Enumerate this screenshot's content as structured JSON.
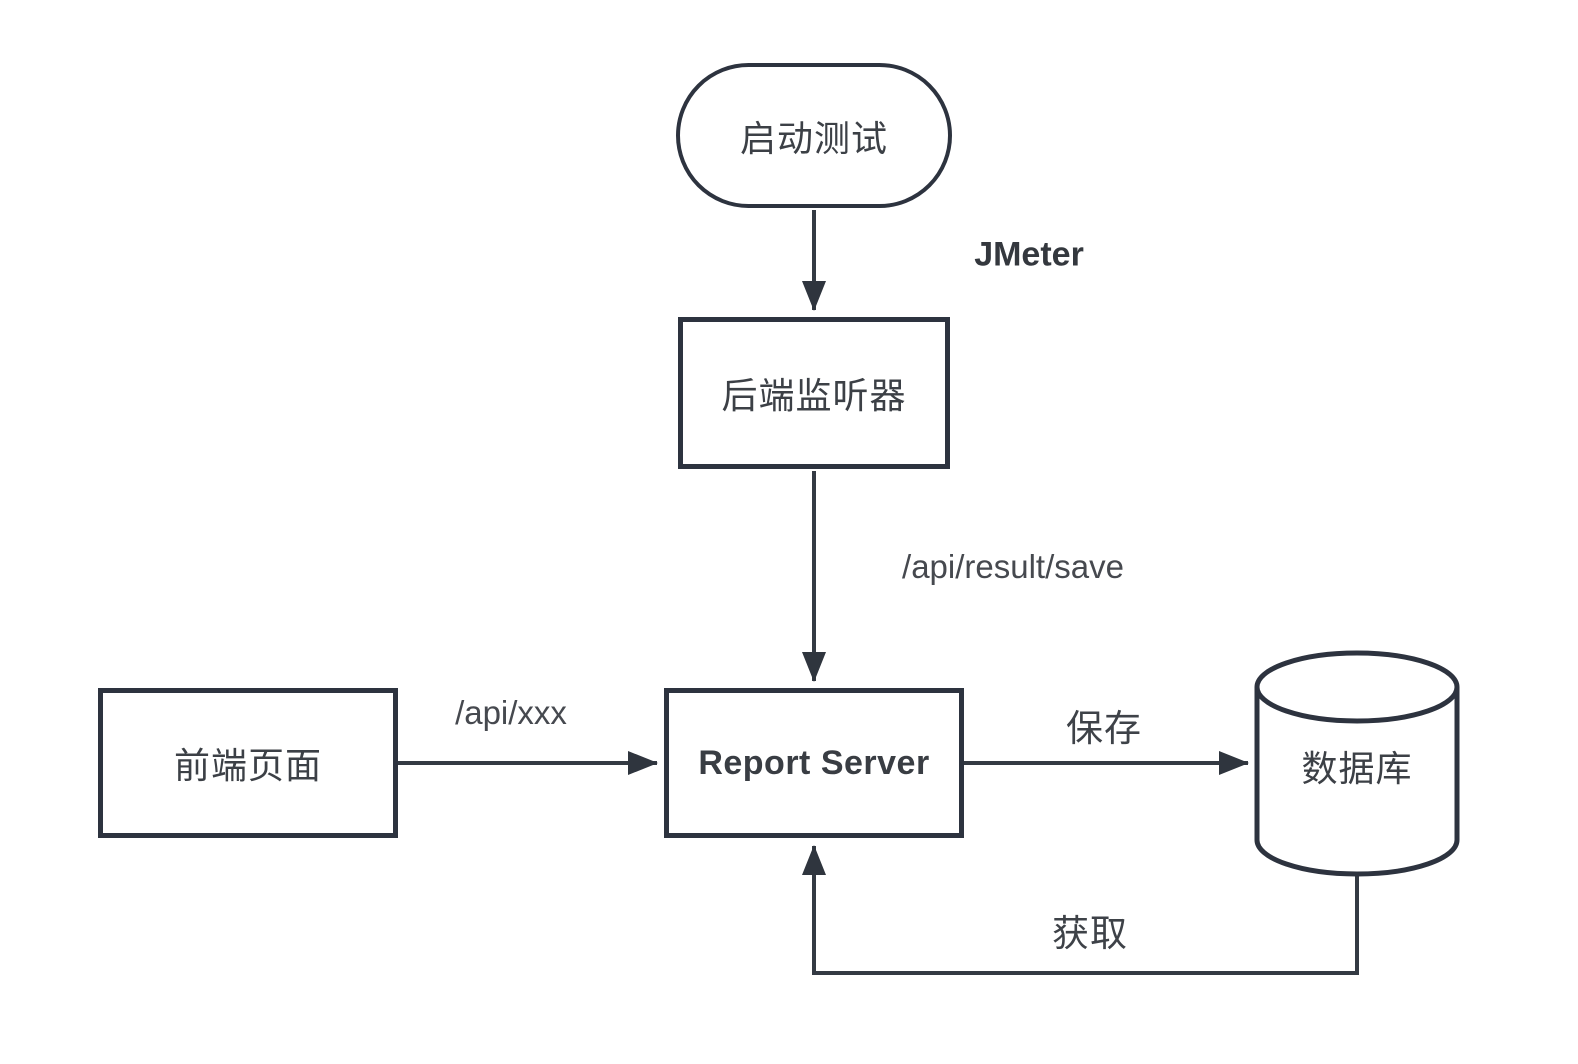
{
  "diagram": {
    "title": "JMeter report server flow",
    "background_color": "#ffffff",
    "stroke_color": "#2d333f",
    "arrow_color": "#343a43",
    "text_color": "#3c4046",
    "nodes": {
      "start": {
        "label": "启动测试",
        "shape": "stadium"
      },
      "listener": {
        "label": "后端监听器",
        "shape": "rect"
      },
      "frontend": {
        "label": "前端页面",
        "shape": "rect"
      },
      "report_server": {
        "label": "Report Server",
        "shape": "rect"
      },
      "database": {
        "label": "数据库",
        "shape": "cylinder"
      }
    },
    "edges": [
      {
        "from": "start",
        "to": "listener",
        "label": "JMeter",
        "direction": "down"
      },
      {
        "from": "listener",
        "to": "report_server",
        "label": "/api/result/save",
        "direction": "down"
      },
      {
        "from": "frontend",
        "to": "report_server",
        "label": "/api/xxx",
        "direction": "right"
      },
      {
        "from": "report_server",
        "to": "database",
        "label": "保存",
        "direction": "right"
      },
      {
        "from": "database",
        "to": "report_server",
        "label": "获取",
        "direction": "loop-left-up"
      }
    ]
  }
}
